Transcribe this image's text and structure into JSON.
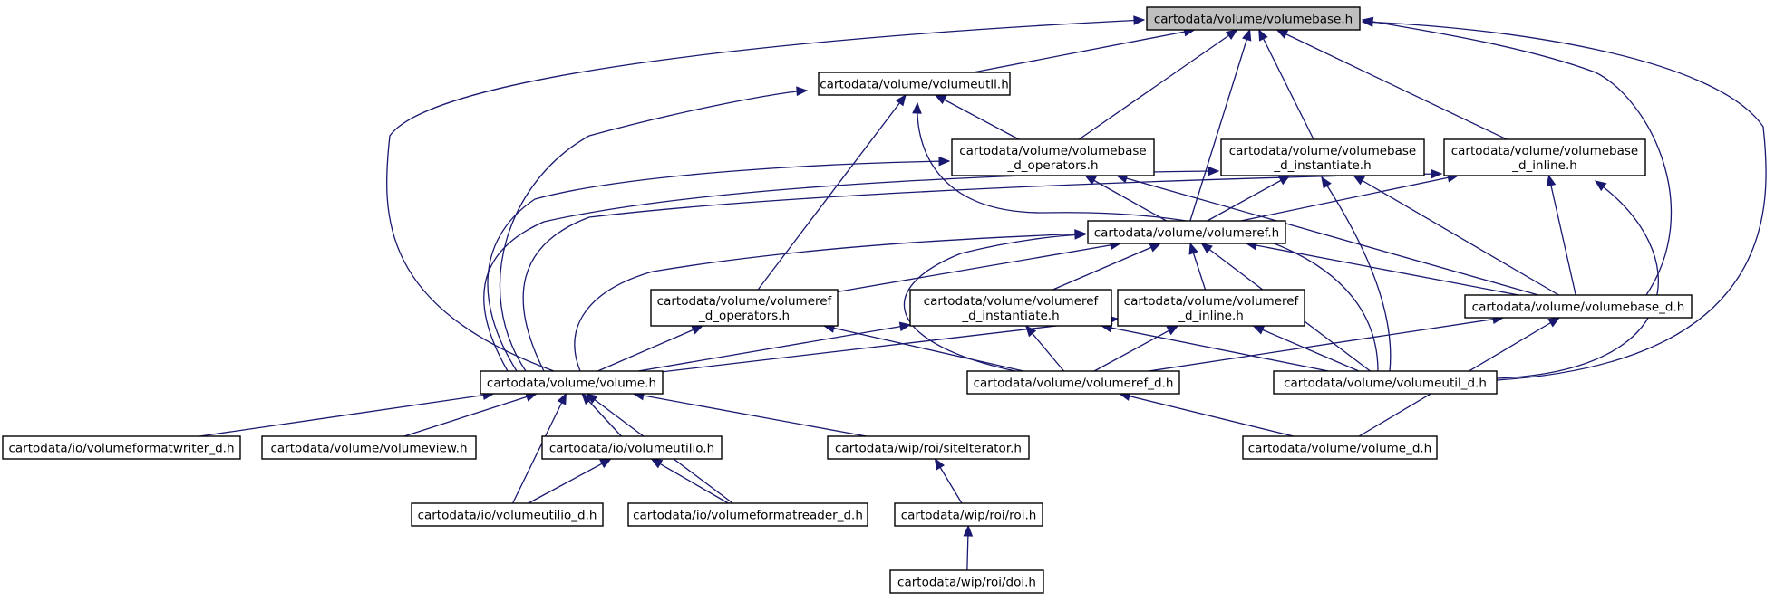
{
  "colors": {
    "edge": "#191970",
    "root_fill": "#bfbfbf",
    "node_fill": "#ffffff",
    "node_stroke": "#000000"
  },
  "nodes": [
    {
      "id": "volumebase_h",
      "lines": [
        "cartodata/volume/volumebase.h"
      ],
      "root": true
    },
    {
      "id": "volumeutil_h",
      "lines": [
        "cartodata/volume/volumeutil.h"
      ]
    },
    {
      "id": "volumebase_d_operators_h",
      "lines": [
        "cartodata/volume/volumebase",
        "_d_operators.h"
      ]
    },
    {
      "id": "volumebase_d_instantiate_h",
      "lines": [
        "cartodata/volume/volumebase",
        "_d_instantiate.h"
      ]
    },
    {
      "id": "volumebase_d_inline_h",
      "lines": [
        "cartodata/volume/volumebase",
        "_d_inline.h"
      ]
    },
    {
      "id": "volumeref_h",
      "lines": [
        "cartodata/volume/volumeref.h"
      ]
    },
    {
      "id": "volumeref_d_operators_h",
      "lines": [
        "cartodata/volume/volumeref",
        "_d_operators.h"
      ]
    },
    {
      "id": "volumeref_d_instantiate_h",
      "lines": [
        "cartodata/volume/volumeref",
        "_d_instantiate.h"
      ]
    },
    {
      "id": "volumeref_d_inline_h",
      "lines": [
        "cartodata/volume/volumeref",
        "_d_inline.h"
      ]
    },
    {
      "id": "volumebase_d_h",
      "lines": [
        "cartodata/volume/volumebase_d.h"
      ]
    },
    {
      "id": "volume_h",
      "lines": [
        "cartodata/volume/volume.h"
      ]
    },
    {
      "id": "volumeref_d_h",
      "lines": [
        "cartodata/volume/volumeref_d.h"
      ]
    },
    {
      "id": "volumeutil_d_h",
      "lines": [
        "cartodata/volume/volumeutil_d.h"
      ]
    },
    {
      "id": "volumeformatwriter_d_h",
      "lines": [
        "cartodata/io/volumeformatwriter_d.h"
      ]
    },
    {
      "id": "volumeview_h",
      "lines": [
        "cartodata/volume/volumeview.h"
      ]
    },
    {
      "id": "volumeutilio_h",
      "lines": [
        "cartodata/io/volumeutilio.h"
      ]
    },
    {
      "id": "siteIterator_h",
      "lines": [
        "cartodata/wip/roi/siteIterator.h"
      ]
    },
    {
      "id": "volume_d_h",
      "lines": [
        "cartodata/volume/volume_d.h"
      ]
    },
    {
      "id": "volumeutilio_d_h",
      "lines": [
        "cartodata/io/volumeutilio_d.h"
      ]
    },
    {
      "id": "volumeformatreader_d_h",
      "lines": [
        "cartodata/io/volumeformatreader_d.h"
      ]
    },
    {
      "id": "roi_h",
      "lines": [
        "cartodata/wip/roi/roi.h"
      ]
    },
    {
      "id": "doi_h",
      "lines": [
        "cartodata/wip/roi/doi.h"
      ]
    }
  ],
  "edges": [
    [
      "volumeutil_h",
      "volumebase_h"
    ],
    [
      "volumebase_d_operators_h",
      "volumebase_h"
    ],
    [
      "volumebase_d_instantiate_h",
      "volumebase_h"
    ],
    [
      "volumebase_d_inline_h",
      "volumebase_h"
    ],
    [
      "volumeref_h",
      "volumebase_h"
    ],
    [
      "volumebase_d_h",
      "volumebase_h"
    ],
    [
      "volume_h",
      "volumebase_h"
    ],
    [
      "volumeutil_d_h",
      "volumebase_h"
    ],
    [
      "volumebase_d_operators_h",
      "volumeutil_h"
    ],
    [
      "volume_h",
      "volumeutil_h"
    ],
    [
      "volumeref_d_operators_h",
      "volumeutil_h"
    ],
    [
      "volumeutil_d_h",
      "volumeutil_h"
    ],
    [
      "volumeref_h",
      "volumebase_d_operators_h"
    ],
    [
      "volume_h",
      "volumebase_d_operators_h"
    ],
    [
      "volumebase_d_h",
      "volumebase_d_operators_h"
    ],
    [
      "volumeref_h",
      "volumebase_d_instantiate_h"
    ],
    [
      "volume_h",
      "volumebase_d_instantiate_h"
    ],
    [
      "volumebase_d_h",
      "volumebase_d_instantiate_h"
    ],
    [
      "volumeutil_d_h",
      "volumebase_d_instantiate_h"
    ],
    [
      "volumeref_h",
      "volumebase_d_inline_h"
    ],
    [
      "volume_h",
      "volumebase_d_inline_h"
    ],
    [
      "volumebase_d_h",
      "volumebase_d_inline_h"
    ],
    [
      "volumeutil_d_h",
      "volumebase_d_inline_h"
    ],
    [
      "volumeref_d_operators_h",
      "volumeref_h"
    ],
    [
      "volumeref_d_instantiate_h",
      "volumeref_h"
    ],
    [
      "volumeref_d_inline_h",
      "volumeref_h"
    ],
    [
      "volumebase_d_h",
      "volumeref_h"
    ],
    [
      "volume_h",
      "volumeref_h"
    ],
    [
      "volumeref_d_h",
      "volumeref_h"
    ],
    [
      "volumeutil_d_h",
      "volumeref_h"
    ],
    [
      "volume_h",
      "volumeref_d_operators_h"
    ],
    [
      "volumeref_d_h",
      "volumeref_d_operators_h"
    ],
    [
      "volume_h",
      "volumeref_d_instantiate_h"
    ],
    [
      "volumeref_d_h",
      "volumeref_d_instantiate_h"
    ],
    [
      "volumeutil_d_h",
      "volumeref_d_instantiate_h"
    ],
    [
      "volume_h",
      "volumeref_d_inline_h"
    ],
    [
      "volumeref_d_h",
      "volumeref_d_inline_h"
    ],
    [
      "volumeutil_d_h",
      "volumeref_d_inline_h"
    ],
    [
      "volumeref_d_h",
      "volumebase_d_h"
    ],
    [
      "volume_d_h",
      "volumebase_d_h"
    ],
    [
      "volume_d_h",
      "volumeref_d_h"
    ],
    [
      "volumeformatwriter_d_h",
      "volume_h"
    ],
    [
      "volumeview_h",
      "volume_h"
    ],
    [
      "volumeutilio_h",
      "volume_h"
    ],
    [
      "siteIterator_h",
      "volume_h"
    ],
    [
      "volumeutilio_d_h",
      "volume_h"
    ],
    [
      "volumeformatreader_d_h",
      "volume_h"
    ],
    [
      "volumeutilio_d_h",
      "volumeutilio_h"
    ],
    [
      "volumeformatreader_d_h",
      "volumeutilio_h"
    ],
    [
      "roi_h",
      "siteIterator_h"
    ],
    [
      "doi_h",
      "roi_h"
    ]
  ]
}
